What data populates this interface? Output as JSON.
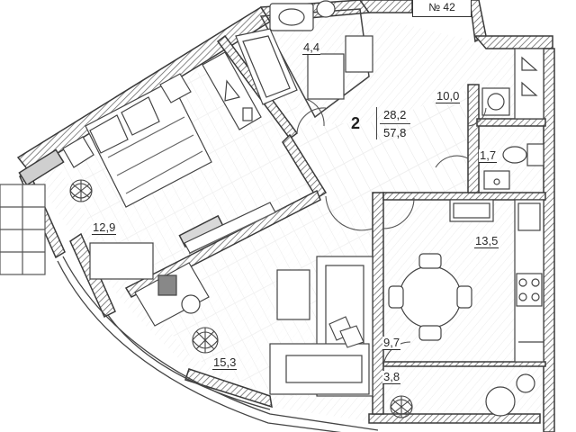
{
  "apartment": {
    "number_label": "№ 42",
    "rooms": "2",
    "living_area": "28,2",
    "total_area": "57,8"
  },
  "rooms": [
    {
      "id": "bathroom",
      "area": "4,4"
    },
    {
      "id": "hallway",
      "area": "10,0"
    },
    {
      "id": "wc",
      "area": "1,7"
    },
    {
      "id": "bedroom",
      "area": "12,9"
    },
    {
      "id": "kitchen",
      "area": "13,5"
    },
    {
      "id": "living-room",
      "area": "15,3"
    },
    {
      "id": "loggia-area",
      "area": "9,7"
    },
    {
      "id": "balcony",
      "area": "3,8"
    }
  ]
}
